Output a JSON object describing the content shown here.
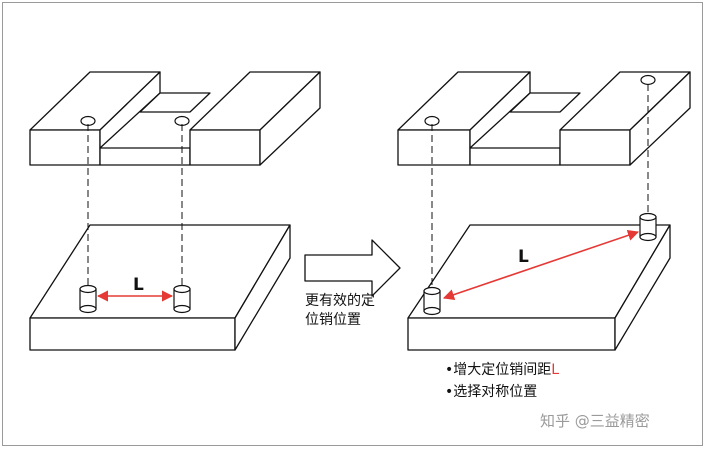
{
  "diagram": {
    "left_distance_label": "L",
    "right_distance_label": "L",
    "arrow_caption": [
      "更有效的定",
      "位销位置"
    ],
    "bullets": [
      {
        "bullet": "•",
        "text": "增大定位销间距",
        "suffix": "L"
      },
      {
        "bullet": "•",
        "text": "选择对称位置",
        "suffix": ""
      }
    ],
    "watermark": "知乎 @三益精密",
    "colors": {
      "line": "#111111",
      "accent": "#e53935",
      "caption": "#111111",
      "watermark": "#9a9a9a"
    }
  }
}
